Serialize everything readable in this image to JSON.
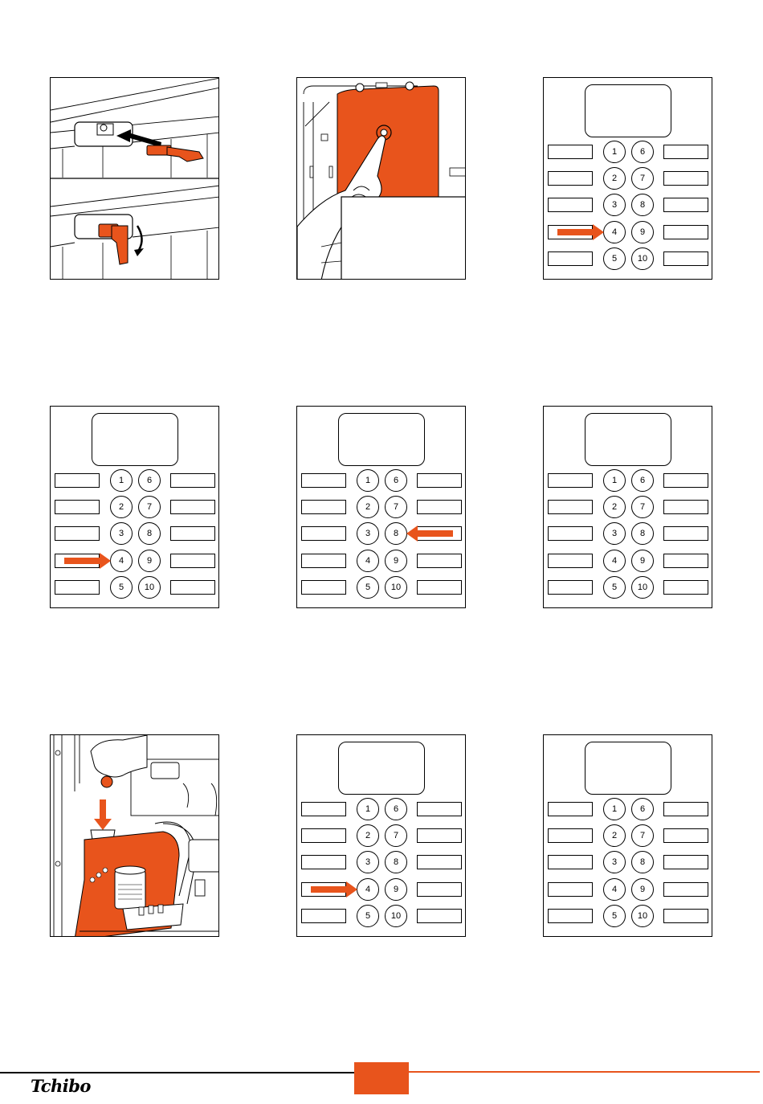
{
  "colors": {
    "accent": "#e8541c",
    "line": "#000000",
    "background": "#ffffff"
  },
  "brand": {
    "logo_text": "Tchibo"
  },
  "keypad": {
    "keys_left": [
      "1",
      "2",
      "3",
      "4",
      "5"
    ],
    "keys_right": [
      "6",
      "7",
      "8",
      "9",
      "10"
    ]
  },
  "panels": [
    {
      "kind": "illustration",
      "subject": "lever-insertion"
    },
    {
      "kind": "illustration",
      "subject": "hand-pressing-cover"
    },
    {
      "kind": "keypad",
      "highlight_key": "4",
      "arrow_from": "left"
    },
    {
      "kind": "keypad",
      "highlight_key": "4",
      "arrow_from": "left"
    },
    {
      "kind": "keypad",
      "highlight_key": "8",
      "arrow_from": "right"
    },
    {
      "kind": "keypad",
      "highlight_key": null,
      "arrow_from": null
    },
    {
      "kind": "illustration",
      "subject": "pouring-into-machine"
    },
    {
      "kind": "keypad",
      "highlight_key": "4",
      "arrow_from": "left"
    },
    {
      "kind": "keypad",
      "highlight_key": null,
      "arrow_from": null
    }
  ]
}
